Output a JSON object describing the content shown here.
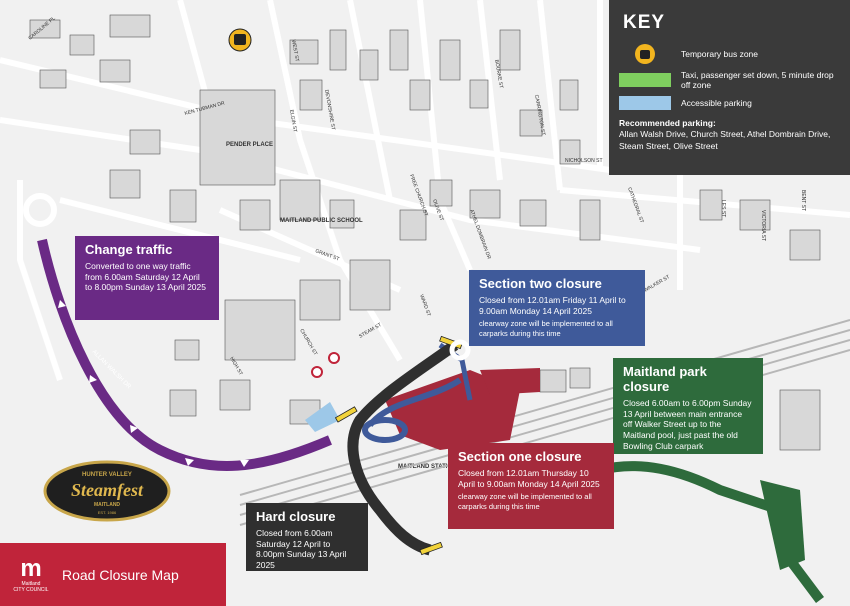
{
  "key": {
    "title": "KEY",
    "items": [
      {
        "icon": "bus-icon",
        "label": "Temporary bus zone"
      },
      {
        "color": "#7fcf5f",
        "label": "Taxi, passenger set down, 5 minute drop off zone"
      },
      {
        "color": "#9dc8e8",
        "label": "Accessible parking"
      }
    ],
    "recommended_title": "Recommended parking:",
    "recommended_text": "Allan Walsh Drive, Church Street, Athel Dombrain Drive, Steam Street, Olive Street"
  },
  "change_traffic": {
    "title": "Change traffic",
    "text": "Converted to one way traffic from 6.00am Saturday 12 April to 8.00pm Sunday 13 April 2025"
  },
  "section_two": {
    "title": "Section two closure",
    "text": "Closed from 12.01am Friday 11 April to 9.00am Monday 14 April 2025",
    "note": "clearway zone will be implemented to all carparks during this time"
  },
  "maitland_park": {
    "title": "Maitland park closure",
    "text": "Closed 6.00am to 6.00pm Sunday 13 April between main entrance off Walker Street up to the Maitland pool, just past the old Bowling Club carpark"
  },
  "section_one": {
    "title": "Section one closure",
    "text": "Closed from 12.01am Thursday 10 April to 9.00am Monday 14 April 2025",
    "note": "clearway zone will be implemented to all carparks during this time"
  },
  "hard_closure": {
    "title": "Hard closure",
    "text": "Closed from 6.00am Saturday 12 April to 8.00pm Sunday 13 April 2025"
  },
  "footer": {
    "logo_letter": "m",
    "logo_text": "Maitland",
    "logo_sub": "CITY COUNCIL",
    "title": "Road Closure Map"
  },
  "badge": {
    "top": "HUNTER VALLEY",
    "main": "Steamfest",
    "bottom": "MAITLAND",
    "est": "EST. 1986"
  },
  "map_labels": {
    "pender_place": "PENDER PLACE",
    "school": "MAITLAND PUBLIC SCHOOL",
    "allan_walsh": "ALLAN WALSH DR",
    "station": "MAITLAND STATION",
    "steam_st": "STEAM ST",
    "church_st": "CHURCH ST",
    "nicholson_st": "NICHOLSON ST",
    "ken_tubman": "KEN TUBMAN DR",
    "elgin_st": "ELGIN ST",
    "west_st": "WEST ST",
    "caroline_pl": "CAROLINE PL",
    "olive_st": "OLIVE ST",
    "les_st": "LES ST",
    "bent_st": "BENT ST",
    "victoria_st": "VICTORIA ST",
    "cathedral_st": "CATHEDRAL ST",
    "athel_dombrain": "ATHEL DOMBRAIN DR",
    "devonshire_st": "DEVONSHIRE ST",
    "grant_st": "GRANT ST",
    "high_st": "HIGH ST",
    "ward_st": "WARD ST",
    "walker_st": "WALKER ST",
    "bourke_st": "BOURKE ST",
    "free_church_st": "FREE CHURCH ST",
    "carrington_st": "CARRINGTON ST"
  }
}
